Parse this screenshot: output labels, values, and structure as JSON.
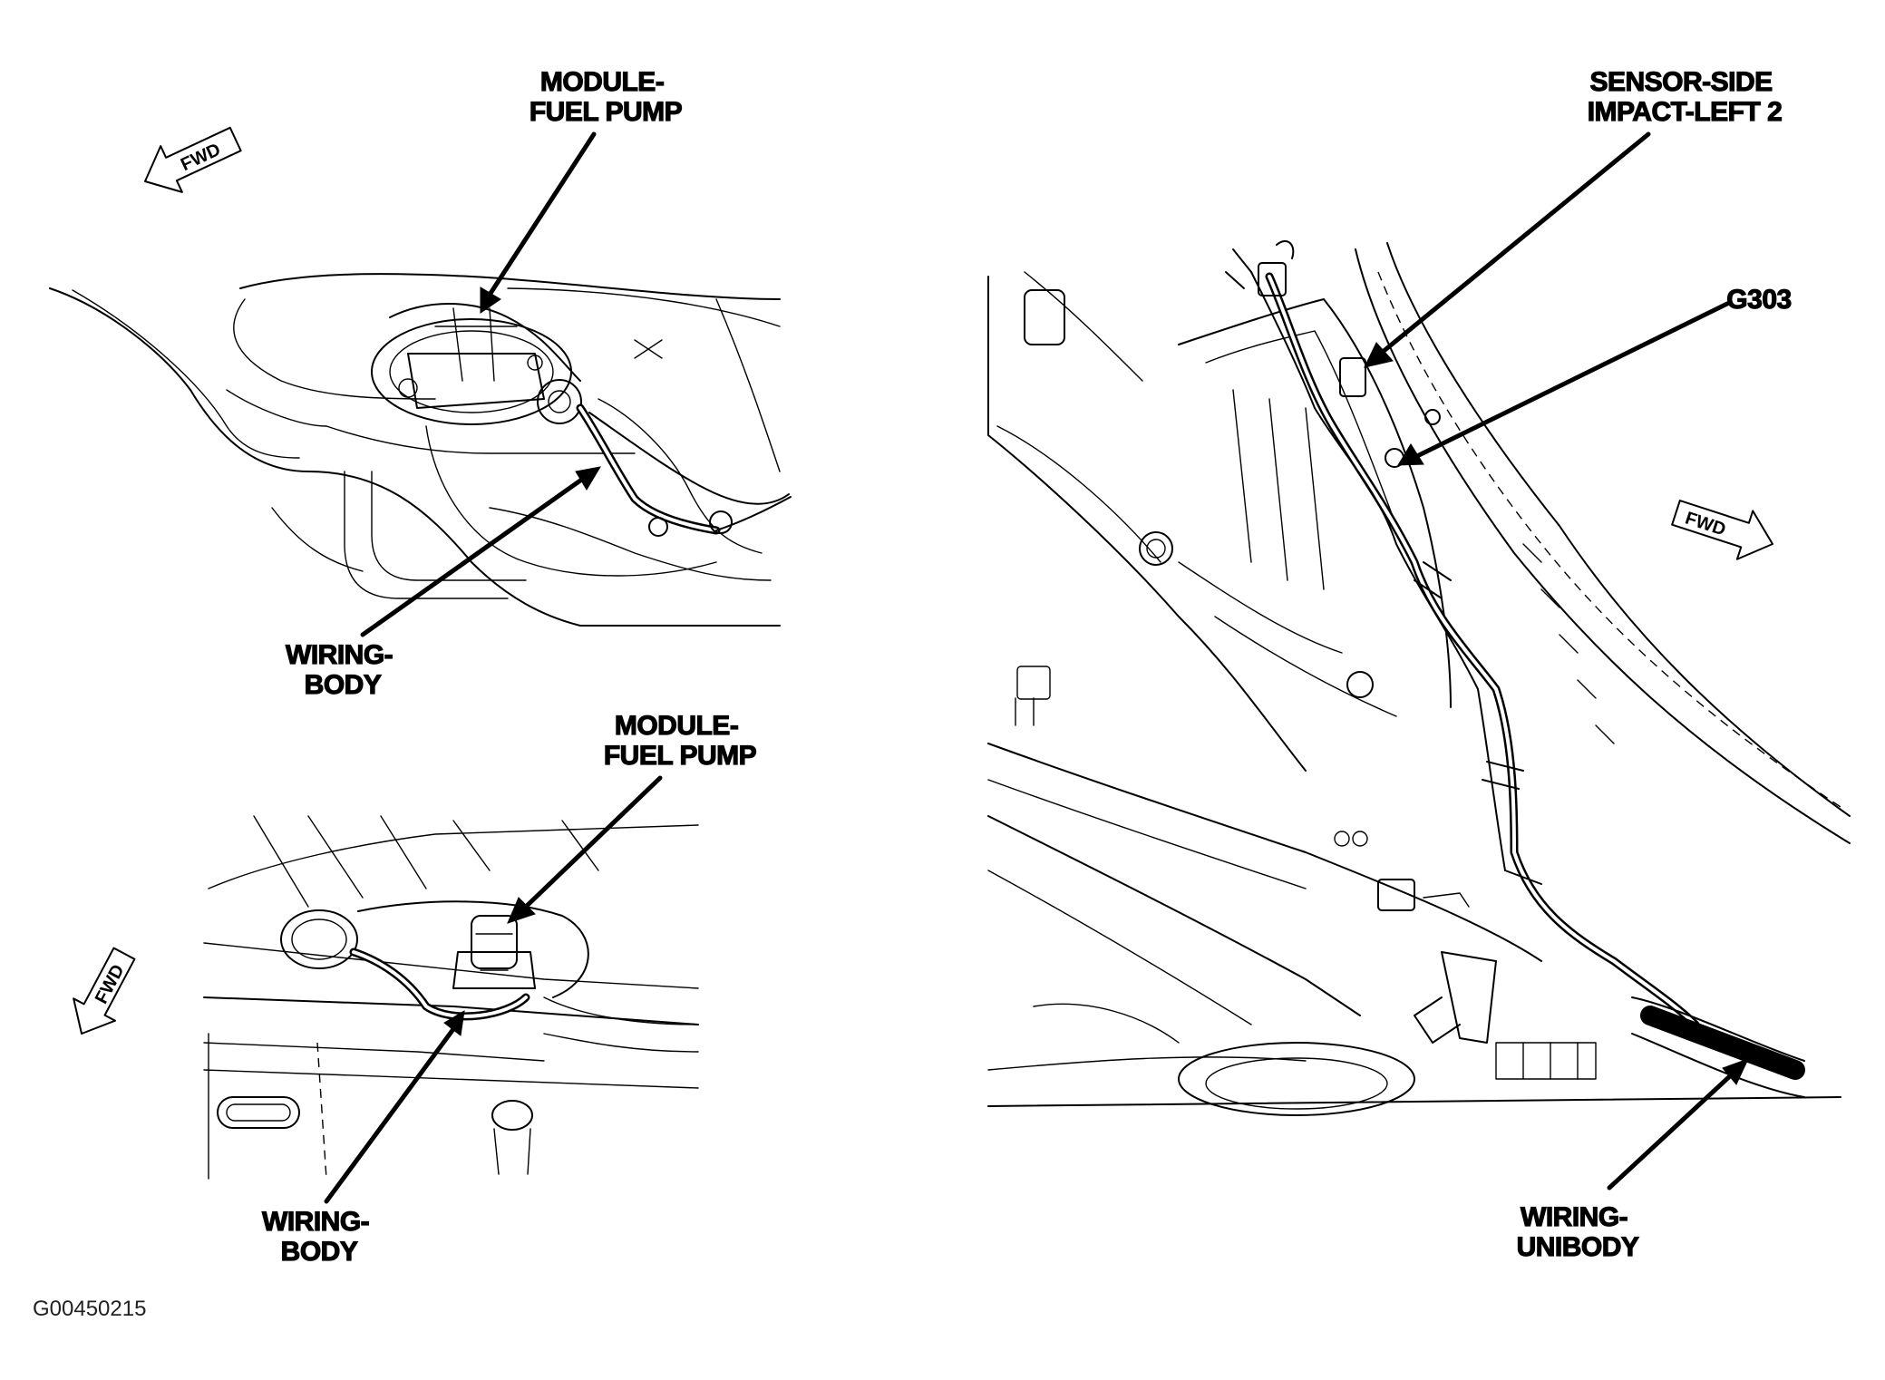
{
  "figure_id": "G00450215",
  "direction_label": "FWD",
  "callouts": {
    "top_left_module": [
      "MODULE-",
      "FUEL PUMP"
    ],
    "top_left_wiring": [
      "WIRING-",
      "BODY"
    ],
    "bottom_left_module": [
      "MODULE-",
      "FUEL PUMP"
    ],
    "bottom_left_wiring": [
      "WIRING-",
      "BODY"
    ],
    "right_sensor": [
      "SENSOR-SIDE",
      "IMPACT-LEFT 2"
    ],
    "right_ground": [
      "G303"
    ],
    "right_wiring": [
      "WIRING-",
      "UNIBODY"
    ]
  },
  "colors": {
    "ink": "#000000",
    "paper": "#ffffff"
  }
}
